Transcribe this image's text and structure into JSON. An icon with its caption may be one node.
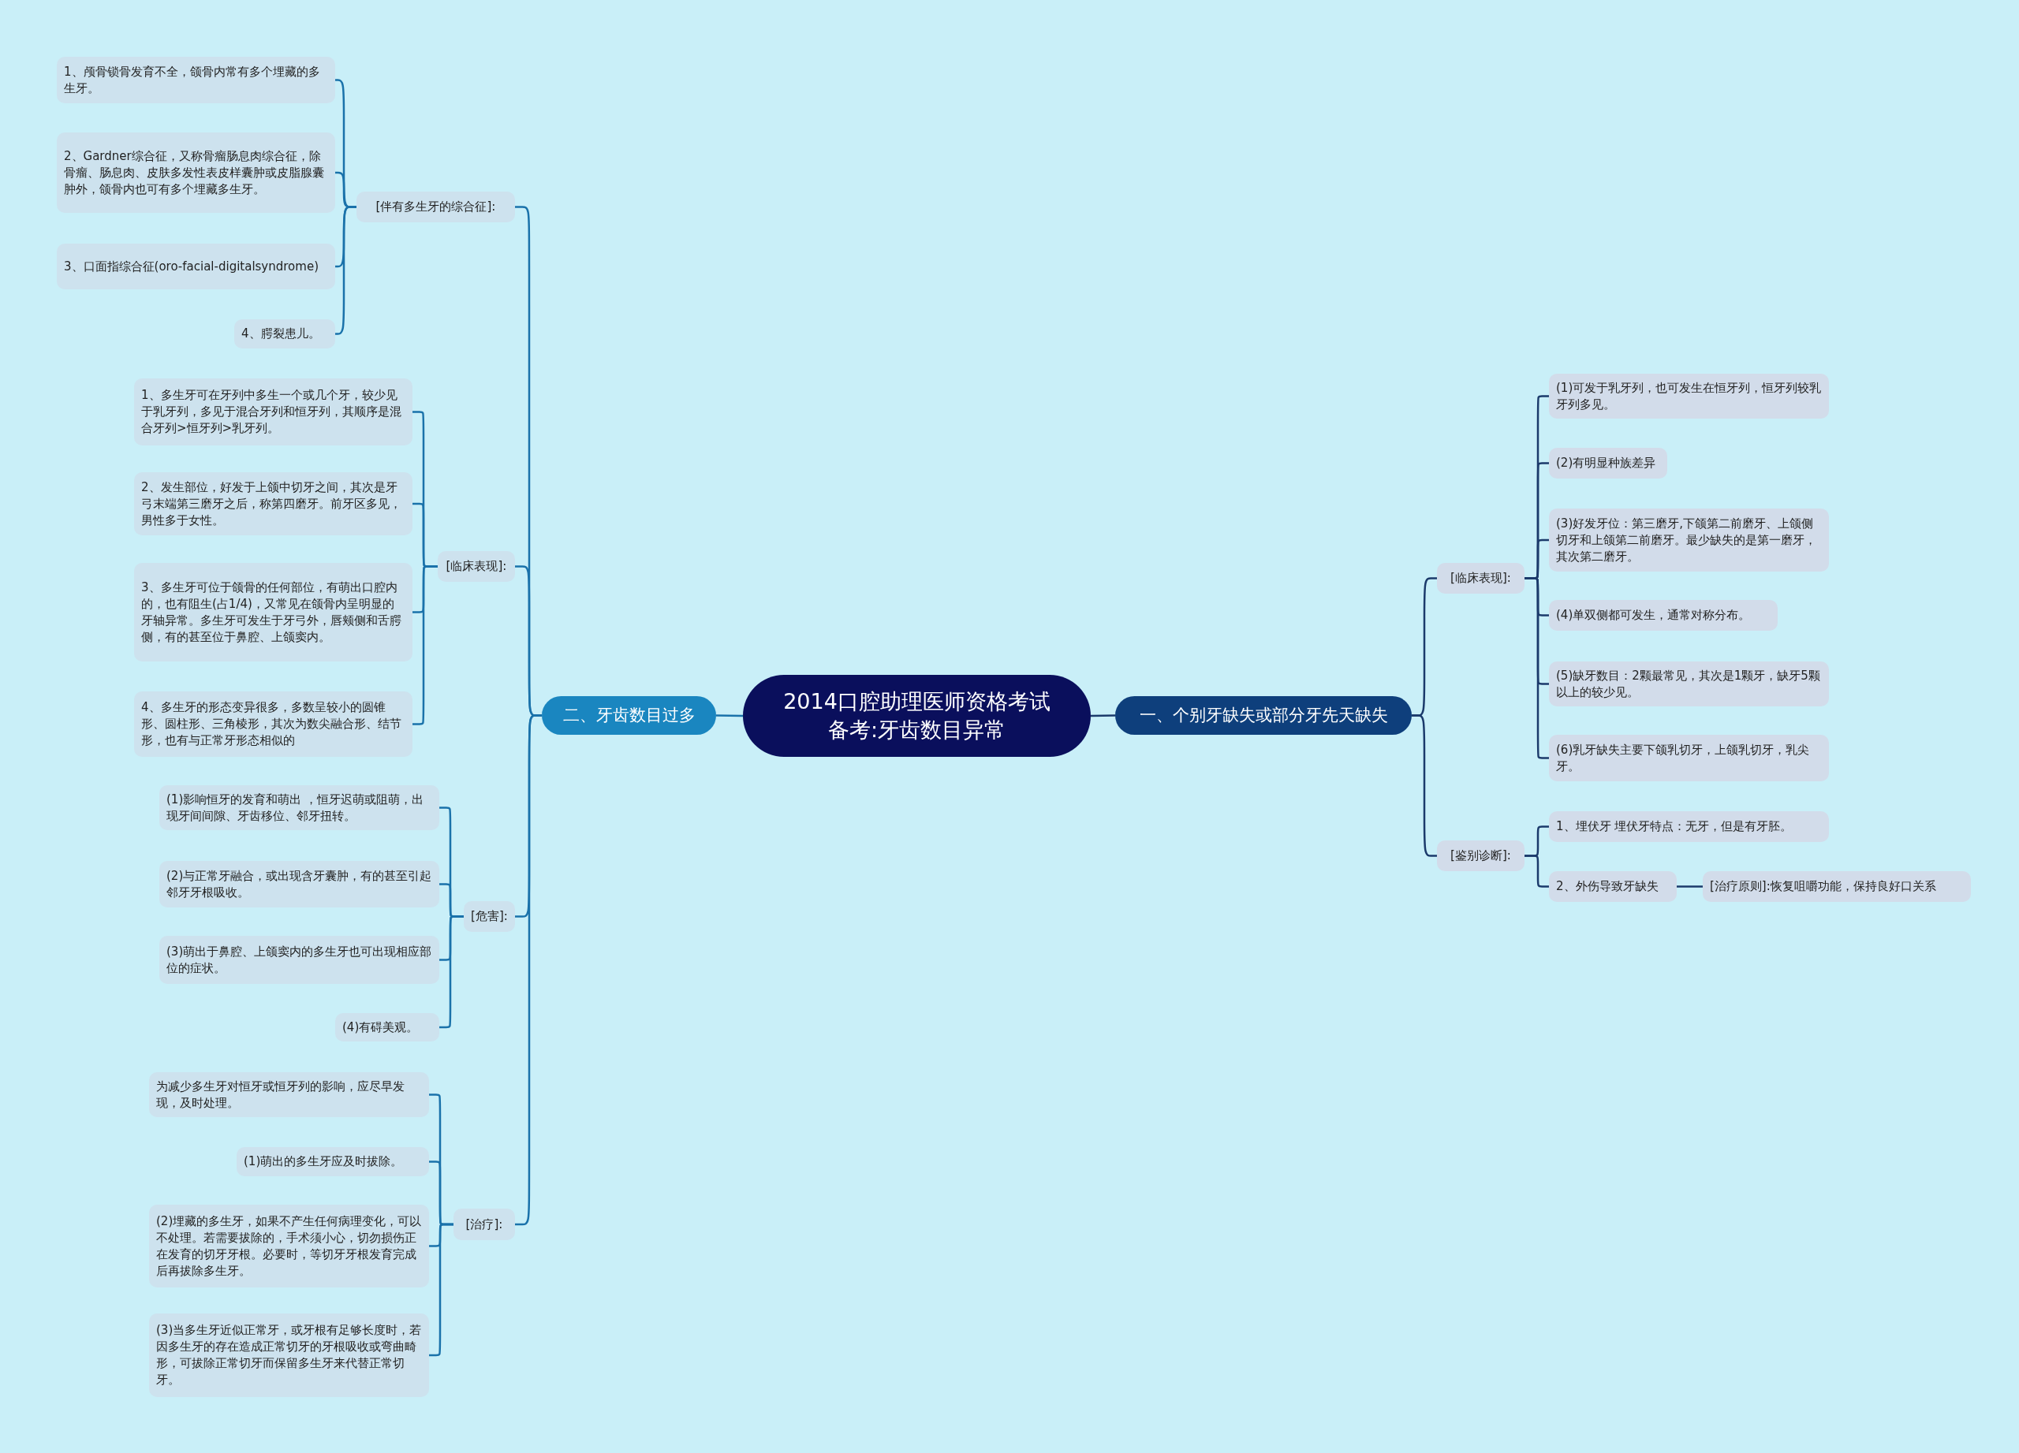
{
  "diagram": {
    "nodes": [
      {
        "text": [
          "2014口腔助理医师资格考试备考:牙齿数目异常"
        ]
      },
      {
        "text": [
          "一、个别牙缺失或部分牙先天缺失"
        ]
      },
      {
        "text": [
          "[临床表现]:"
        ]
      },
      {
        "text": [
          "(1)可发于乳牙列，也可发生在恒牙列，恒牙列较乳牙列多见。"
        ]
      },
      {
        "text": [
          "(2)有明显种族差异"
        ]
      },
      {
        "text": [
          "(3)好发牙位：第三磨牙,下颌第二前磨牙、上颌侧切牙和上颌第二前磨牙。最少缺失的是第一磨牙，其次第二磨牙。"
        ]
      },
      {
        "text": [
          "(4)单双侧都可发生，通常对称分布。"
        ]
      },
      {
        "text": [
          "(5)缺牙数目：2颗最常见，其次是1颗牙，缺牙5颗以上的较少见。"
        ]
      },
      {
        "text": [
          "(6)乳牙缺失主要下颌乳切牙，上颌乳切牙，乳尖牙。"
        ]
      },
      {
        "text": [
          "[鉴别诊断]:"
        ]
      },
      {
        "text": [
          "1、埋伏牙 埋伏牙特点：无牙，但是有牙胚。"
        ]
      },
      {
        "text": [
          "2、外伤导致牙缺失"
        ]
      },
      {
        "text": [
          "[治疗原则]:恢复咀嚼功能，保持良好口关系"
        ]
      },
      {
        "text": [
          "二、牙齿数目过多"
        ]
      },
      {
        "text": [
          "[伴有多生牙的综合征]:"
        ]
      },
      {
        "text": [
          "1、颅骨锁骨发育不全，颌骨内常有多个埋藏的多生牙。"
        ]
      },
      {
        "text": [
          "2、Gardner综合征，又称骨瘤肠息肉综合征，除骨瘤、肠息肉、皮肤多发性表皮样囊肿或皮脂腺囊肿外，颌骨内也可有多个埋藏多生牙。"
        ]
      },
      {
        "text": [
          "3、口面指综合征(oro-facial-digitalsyndrome)"
        ]
      },
      {
        "text": [
          "4、腭裂患儿。"
        ]
      },
      {
        "text": [
          "[临床表现]:"
        ]
      },
      {
        "text": [
          "1、多生牙可在牙列中多生一个或几个牙，较少见于乳牙列，多见于混合牙列和恒牙列，其顺序是混合牙列>恒牙列>乳牙列。"
        ]
      },
      {
        "text": [
          "2、发生部位，好发于上颌中切牙之间，其次是牙弓末端第三磨牙之后，称第四磨牙。前牙区多见，男性多于女性。"
        ]
      },
      {
        "text": [
          "3、多生牙可位于颌骨的任何部位，有萌出口腔内的，也有阻生(占1/4)，又常见在颌骨内呈明显的牙轴异常。多生牙可发生于牙弓外，唇颊侧和舌腭侧，有的甚至位于鼻腔、上颌窦内。"
        ]
      },
      {
        "text": [
          "4、多生牙的形态变异很多，多数呈较小的圆锥形、圆柱形、三角棱形，其次为数尖融合形、结节形，也有与正常牙形态相似的"
        ]
      },
      {
        "text": [
          "[危害]:"
        ]
      },
      {
        "text": [
          "(1)影响恒牙的发育和萌出 ，恒牙迟萌或阻萌，出现牙间间隙、牙齿移位、邻牙扭转。"
        ]
      },
      {
        "text": [
          "(2)与正常牙融合，或出现含牙囊肿，有的甚至引起邻牙牙根吸收。"
        ]
      },
      {
        "text": [
          "(3)萌出于鼻腔、上颌窦内的多生牙也可出现相应部位的症状。"
        ]
      },
      {
        "text": [
          "(4)有碍美观。"
        ]
      },
      {
        "text": [
          "[治疗]:"
        ]
      },
      {
        "text": [
          "为减少多生牙对恒牙或恒牙列的影响，应尽早发现，及时处理。"
        ]
      },
      {
        "text": [
          "(1)萌出的多生牙应及时拔除。"
        ]
      },
      {
        "text": [
          "(2)埋藏的多生牙，如果不产生任何病理变化，可以不处理。若需要拔除的，手术须小心，切勿损伤正在发育的切牙牙根。必要时，等切牙牙根发育完成后再拔除多生牙。"
        ]
      },
      {
        "text": [
          "(3)当多生牙近似正常牙，或牙根有足够长度时，若因多生牙的存在造成正常切牙的牙根吸收或弯曲畸形，可拔除正常切牙而保留多生牙来代替正常切牙。"
        ]
      }
    ],
    "edges": [
      {
        "from": 0,
        "to": 1,
        "arrow": "none",
        "color": "#1b3a6b"
      },
      {
        "from": 1,
        "to": 2,
        "arrow": "none",
        "color": "#1b3a6b"
      },
      {
        "from": 2,
        "to": 3,
        "arrow": "none",
        "color": "#1b3a6b"
      },
      {
        "from": 2,
        "to": 4,
        "arrow": "none",
        "color": "#1b3a6b"
      },
      {
        "from": 2,
        "to": 5,
        "arrow": "none",
        "color": "#1b3a6b"
      },
      {
        "from": 2,
        "to": 6,
        "arrow": "none",
        "color": "#1b3a6b"
      },
      {
        "from": 2,
        "to": 7,
        "arrow": "none",
        "color": "#1b3a6b"
      },
      {
        "from": 2,
        "to": 8,
        "arrow": "none",
        "color": "#1b3a6b"
      },
      {
        "from": 1,
        "to": 9,
        "arrow": "none",
        "color": "#1b3a6b"
      },
      {
        "from": 9,
        "to": 10,
        "arrow": "none",
        "color": "#1b3a6b"
      },
      {
        "from": 9,
        "to": 11,
        "arrow": "none",
        "color": "#1b3a6b"
      },
      {
        "from": 11,
        "to": 12,
        "arrow": "none",
        "color": "#1b3a6b"
      },
      {
        "from": 0,
        "to": 13,
        "arrow": "none"
      },
      {
        "from": 13,
        "to": 14,
        "arrow": "none"
      },
      {
        "from": 14,
        "to": 15,
        "arrow": "none"
      },
      {
        "from": 14,
        "to": 16,
        "arrow": "none"
      },
      {
        "from": 14,
        "to": 17,
        "arrow": "none"
      },
      {
        "from": 14,
        "to": 18,
        "arrow": "none"
      },
      {
        "from": 13,
        "to": 19,
        "arrow": "none"
      },
      {
        "from": 19,
        "to": 20,
        "arrow": "none"
      },
      {
        "from": 19,
        "to": 21,
        "arrow": "none"
      },
      {
        "from": 19,
        "to": 22,
        "arrow": "none"
      },
      {
        "from": 19,
        "to": 23,
        "arrow": "none"
      },
      {
        "from": 13,
        "to": 24,
        "arrow": "none"
      },
      {
        "from": 24,
        "to": 25,
        "arrow": "none"
      },
      {
        "from": 24,
        "to": 26,
        "arrow": "none"
      },
      {
        "from": 24,
        "to": 27,
        "arrow": "none"
      },
      {
        "from": 24,
        "to": 28,
        "arrow": "none"
      },
      {
        "from": 13,
        "to": 29,
        "arrow": "none"
      },
      {
        "from": 29,
        "to": 30,
        "arrow": "none"
      },
      {
        "from": 29,
        "to": 31,
        "arrow": "none"
      },
      {
        "from": 29,
        "to": 32,
        "arrow": "none"
      },
      {
        "from": 29,
        "to": 33,
        "arrow": "none"
      }
    ]
  }
}
